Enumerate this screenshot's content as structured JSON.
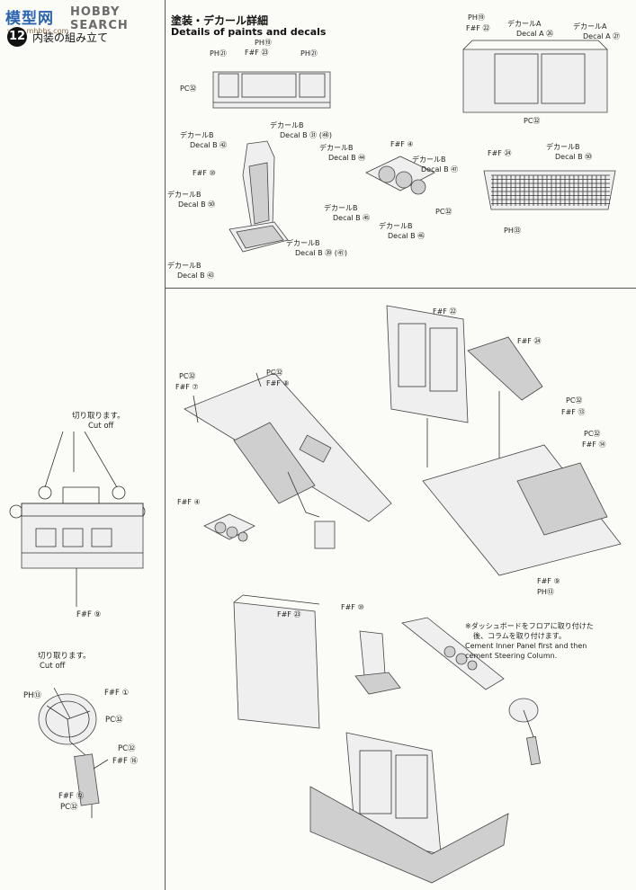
{
  "watermark": {
    "logo": "模型网",
    "brand": "HOBBY SEARCH",
    "url": "www.mhbbs.com"
  },
  "step": {
    "number": "12",
    "title": "内装の組み立て"
  },
  "section": {
    "title_jp": "塗装・デカール詳細",
    "title_en": "Details of paints and decals"
  },
  "labels": {
    "cut_jp_1": "切り取ります。",
    "cut_en_1": "Cut off",
    "cut_jp_2": "切り取ります。",
    "cut_en_2": "Cut off",
    "ff9_left": "F#F ⑨",
    "ph13_wheel": "PH⑬",
    "ff1": "F#F ①",
    "pc92_wheel": "PC㉜",
    "pc92_col": "PC㉜",
    "ff16": "F#F ⑯",
    "ff12": "F#F ⑫",
    "pc92_col2": "PC㉜",
    "ph79_a": "PH⑲",
    "ff23_a": "F#F ㉓",
    "ph21_a": "PH㉑",
    "ph21_b": "PH㉑",
    "pc92_panel": "PC㉜",
    "ph79_b": "PH⑲",
    "ff22_a": "F#F ㉒",
    "decala_jp1": "デカールA",
    "decala_en1": "Decal A ㉖",
    "decala_jp2": "デカールA",
    "decala_en2": "Decal A ㉗",
    "pc92_wall": "PC㉜",
    "decalb_seat1_jp": "デカールB",
    "decalb_seat1_en": "Decal B ㊷",
    "decalb_seat2_jp": "デカールB",
    "decalb_seat2_en": "Decal B ㉛ (㊽)",
    "ff10_seat": "F#F ⑩",
    "decalb_seat3_jp": "デカールB",
    "decalb_seat3_en": "Decal B ㊿",
    "decalb_seat4_jp": "デカールB",
    "decalb_seat4_en": "Decal B ㊴ (㊶)",
    "decalb_seat5_jp": "デカールB",
    "decalb_seat5_en": "Decal B ㊸",
    "decalb_g1_jp": "デカールB",
    "decalb_g1_en": "Decal B ㊹",
    "ff4_g": "F#F ④",
    "decalb_g2_jp": "デカールB",
    "decalb_g2_en": "Decal B ㊼",
    "decalb_g3_jp": "デカールB",
    "decalb_g3_en": "Decal B ㊺",
    "pc92_g": "PC㉜",
    "decalb_g4_jp": "デカールB",
    "decalb_g4_en": "Decal B ㊻",
    "ff24_grid": "F#F ㉔",
    "decalb_grid_jp": "デカールB",
    "decalb_grid_en": "Decal B ㊿",
    "ph33_grid": "PH㉝",
    "pc92_dash1": "PC㉜",
    "ff7": "F#F ⑦",
    "pc92_dash2": "PC㉜",
    "ff8": "F#F ⑧",
    "ff4_dash": "F#F ④",
    "ff22_b": "F#F ㉒",
    "ff24_b": "F#F ㉔",
    "pc92_knob": "PC㉜",
    "ff13": "F#F ⑬",
    "pc92_lever": "PC㉜",
    "ff14": "F#F ⑭",
    "ff9_floor": "F#F ⑨",
    "ph13_floor": "PH⑬",
    "ff23_b": "F#F ㉓",
    "ff10_b": "F#F ⑩"
  },
  "note": {
    "jp_1": "※ダッシュボードをフロアに取り付けた",
    "jp_2": "後、コラムを取り付けます。",
    "en_1": "Cement Inner Panel first and then",
    "en_2": "cement Steering Column."
  }
}
